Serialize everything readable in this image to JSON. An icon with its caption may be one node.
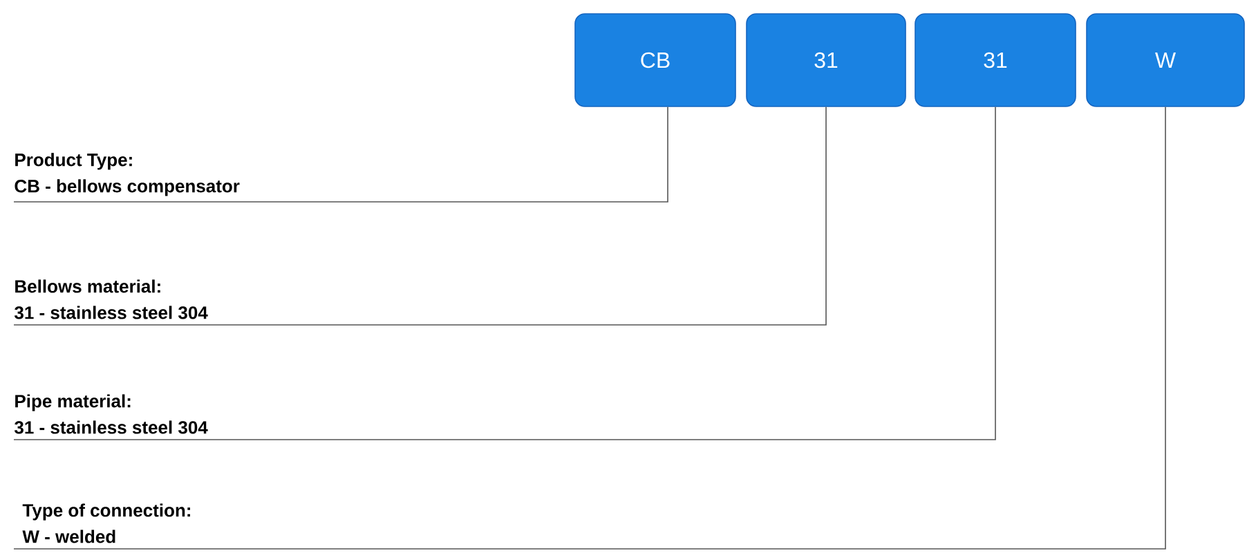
{
  "diagram": {
    "nodes": [
      {
        "text": [
          "CB"
        ]
      },
      {
        "text": [
          "31"
        ]
      },
      {
        "text": [
          "31"
        ]
      },
      {
        "text": [
          "W"
        ]
      },
      {
        "text": [
          "Product Type:",
          "CB - bellows compensator"
        ]
      },
      {
        "text": [
          "Bellows material:",
          "31 - stainless steel 304"
        ]
      },
      {
        "text": [
          "Pipe material:",
          "31 - stainless steel 304"
        ]
      },
      {
        "text": [
          "Type of connection:",
          "W - welded"
        ]
      }
    ],
    "edges": [
      {
        "from": 4,
        "to": 0,
        "arrow": "none"
      },
      {
        "from": 5,
        "to": 1,
        "arrow": "none"
      },
      {
        "from": 6,
        "to": 2,
        "arrow": "none"
      },
      {
        "from": 7,
        "to": 3,
        "arrow": "none"
      }
    ]
  }
}
